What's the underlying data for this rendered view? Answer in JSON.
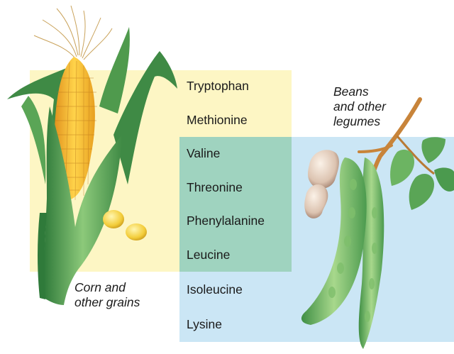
{
  "amino_acids": [
    "Tryptophan",
    "Methionine",
    "Valine",
    "Threonine",
    "Phenylalanine",
    "Leucine",
    "Isoleucine",
    "Lysine"
  ],
  "corn_caption": [
    "Corn and",
    "other grains"
  ],
  "beans_caption": [
    "Beans",
    "and other",
    "legumes"
  ],
  "colors": {
    "corn_region": "#fdf6c4",
    "beans_region": "#cbe6f5",
    "overlap_region": "#9fd3bf"
  }
}
